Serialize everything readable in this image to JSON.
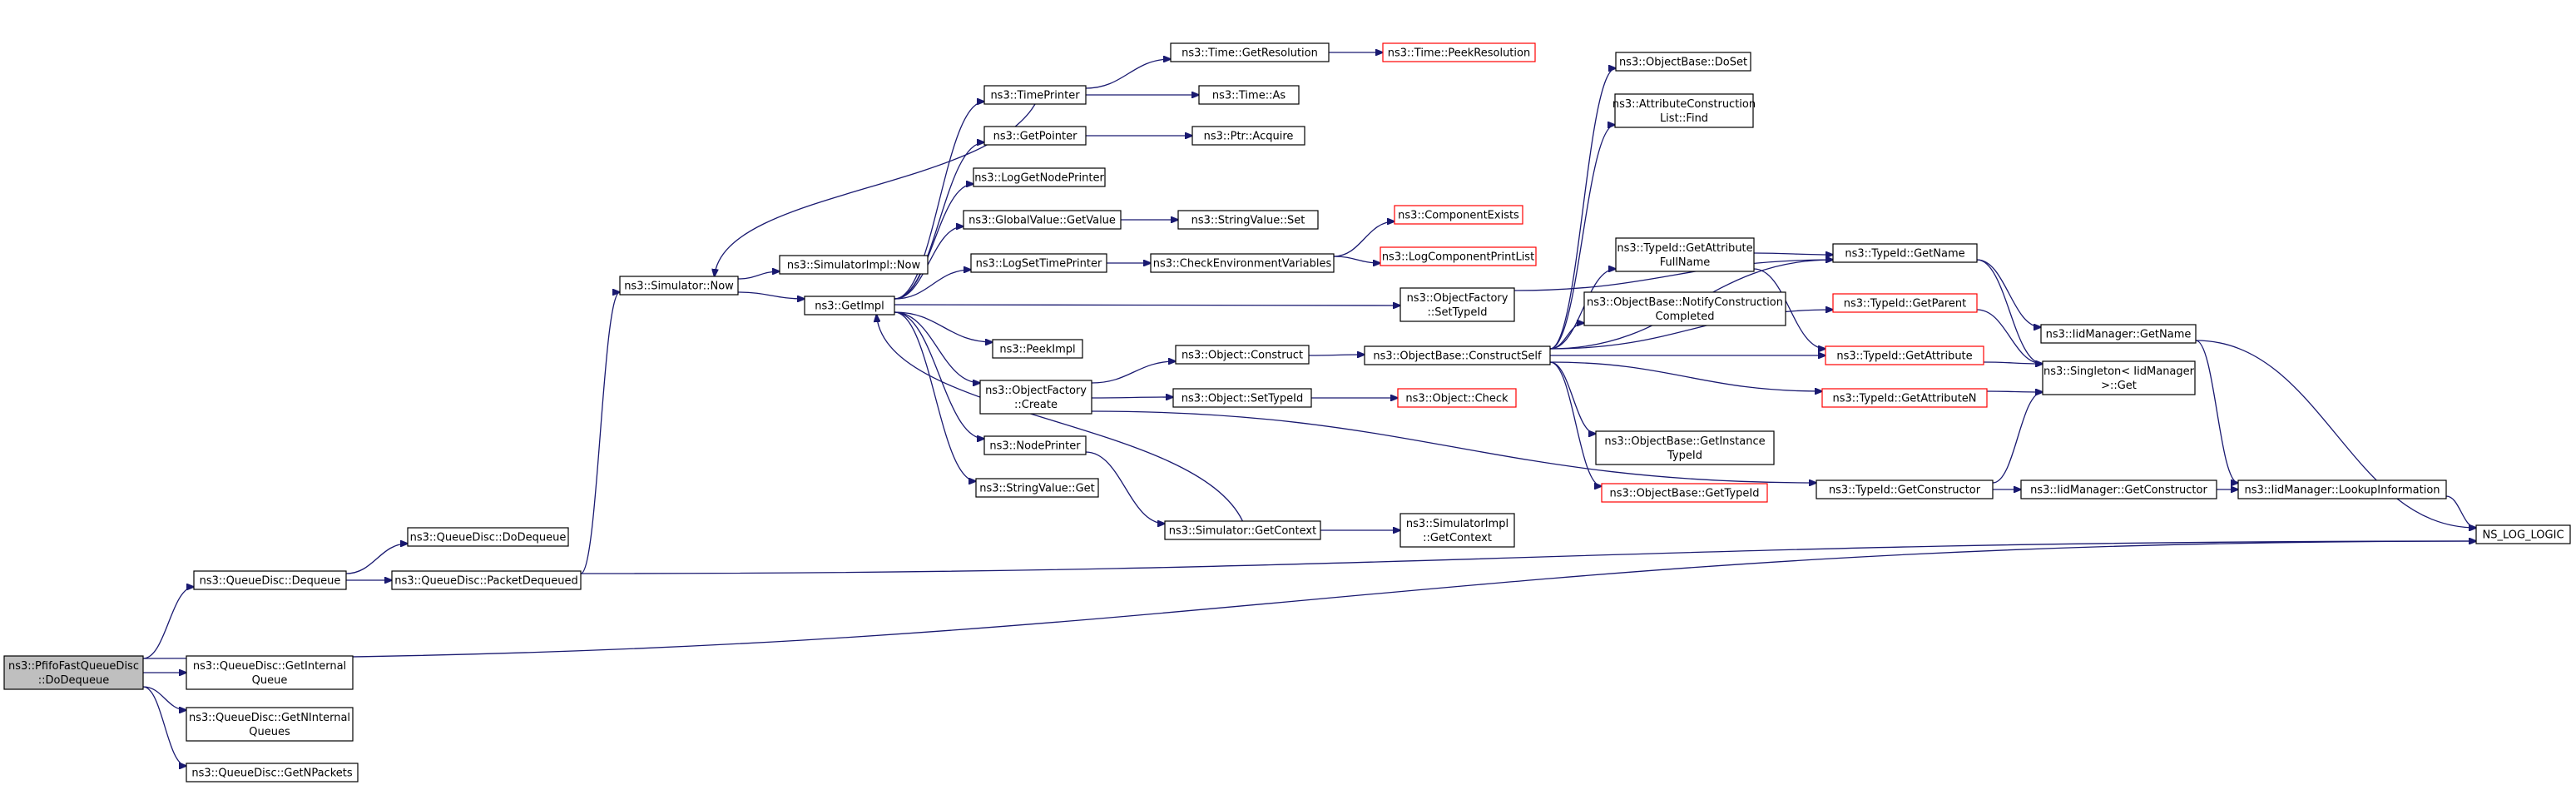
{
  "diagram": {
    "root": "n_root",
    "nodes": [
      {
        "id": "n_root",
        "lines": [
          "ns3::PfifoFastQueueDisc",
          "::DoDequeue"
        ],
        "color": "gray"
      },
      {
        "id": "n_deq",
        "lines": [
          "ns3::QueueDisc::Dequeue"
        ]
      },
      {
        "id": "n_doDeq",
        "lines": [
          "ns3::QueueDisc::DoDequeue"
        ]
      },
      {
        "id": "n_pktDeq",
        "lines": [
          "ns3::QueueDisc::PacketDequeued"
        ]
      },
      {
        "id": "n_getIntQ",
        "lines": [
          "ns3::QueueDisc::GetInternal",
          "Queue"
        ]
      },
      {
        "id": "n_getNIntQ",
        "lines": [
          "ns3::QueueDisc::GetNInternal",
          "Queues"
        ]
      },
      {
        "id": "n_getNPkts",
        "lines": [
          "ns3::QueueDisc::GetNPackets"
        ]
      },
      {
        "id": "n_simNow",
        "lines": [
          "ns3::Simulator::Now"
        ]
      },
      {
        "id": "n_simImplNow",
        "lines": [
          "ns3::SimulatorImpl::Now"
        ]
      },
      {
        "id": "n_getImpl",
        "lines": [
          "ns3::GetImpl"
        ]
      },
      {
        "id": "n_timePrinter",
        "lines": [
          "ns3::TimePrinter"
        ]
      },
      {
        "id": "n_getPointer",
        "lines": [
          "ns3::GetPointer"
        ]
      },
      {
        "id": "n_logGetNode",
        "lines": [
          "ns3::LogGetNodePrinter"
        ]
      },
      {
        "id": "n_gvGetValue",
        "lines": [
          "ns3::GlobalValue::GetValue"
        ]
      },
      {
        "id": "n_logSetTime",
        "lines": [
          "ns3::LogSetTimePrinter"
        ]
      },
      {
        "id": "n_peekImpl",
        "lines": [
          "ns3::PeekImpl"
        ]
      },
      {
        "id": "n_ofCreate",
        "lines": [
          "ns3::ObjectFactory",
          "::Create"
        ]
      },
      {
        "id": "n_nodePrinter",
        "lines": [
          "ns3::NodePrinter"
        ]
      },
      {
        "id": "n_svGet",
        "lines": [
          "ns3::StringValue::Get"
        ]
      },
      {
        "id": "n_timeGetRes",
        "lines": [
          "ns3::Time::GetResolution"
        ]
      },
      {
        "id": "n_timeAs",
        "lines": [
          "ns3::Time::As"
        ]
      },
      {
        "id": "n_timePeekRes",
        "lines": [
          "ns3::Time::PeekResolution"
        ],
        "color": "red"
      },
      {
        "id": "n_ptrAcquire",
        "lines": [
          "ns3::Ptr::Acquire"
        ]
      },
      {
        "id": "n_svSet",
        "lines": [
          "ns3::StringValue::Set"
        ]
      },
      {
        "id": "n_checkEnv",
        "lines": [
          "ns3::CheckEnvironmentVariables"
        ]
      },
      {
        "id": "n_compExists",
        "lines": [
          "ns3::ComponentExists"
        ],
        "color": "red"
      },
      {
        "id": "n_logCompPrint",
        "lines": [
          "ns3::LogComponentPrintList"
        ],
        "color": "red"
      },
      {
        "id": "n_ofSetTypeId",
        "lines": [
          "ns3::ObjectFactory",
          "::SetTypeId"
        ]
      },
      {
        "id": "n_objConstruct",
        "lines": [
          "ns3::Object::Construct"
        ]
      },
      {
        "id": "n_objSetTypeId",
        "lines": [
          "ns3::Object::SetTypeId"
        ]
      },
      {
        "id": "n_objCheck",
        "lines": [
          "ns3::Object::Check"
        ],
        "color": "red"
      },
      {
        "id": "n_simGetCtx",
        "lines": [
          "ns3::Simulator::GetContext"
        ]
      },
      {
        "id": "n_simImplGetCtx",
        "lines": [
          "ns3::SimulatorImpl",
          "::GetContext"
        ]
      },
      {
        "id": "n_obConstructSelf",
        "lines": [
          "ns3::ObjectBase::ConstructSelf"
        ]
      },
      {
        "id": "n_obDoSet",
        "lines": [
          "ns3::ObjectBase::DoSet"
        ]
      },
      {
        "id": "n_attrFind",
        "lines": [
          "ns3::AttributeConstruction",
          "List::Find"
        ]
      },
      {
        "id": "n_tidGetAttrFull",
        "lines": [
          "ns3::TypeId::GetAttribute",
          "FullName"
        ]
      },
      {
        "id": "n_obNotify",
        "lines": [
          "ns3::ObjectBase::NotifyConstruction",
          "Completed"
        ]
      },
      {
        "id": "n_obGetInst",
        "lines": [
          "ns3::ObjectBase::GetInstance",
          "TypeId"
        ]
      },
      {
        "id": "n_obGetTypeId",
        "lines": [
          "ns3::ObjectBase::GetTypeId"
        ],
        "color": "red"
      },
      {
        "id": "n_tidGetName",
        "lines": [
          "ns3::TypeId::GetName"
        ]
      },
      {
        "id": "n_tidGetParent",
        "lines": [
          "ns3::TypeId::GetParent"
        ],
        "color": "red"
      },
      {
        "id": "n_tidGetAttr",
        "lines": [
          "ns3::TypeId::GetAttribute"
        ],
        "color": "red"
      },
      {
        "id": "n_tidGetAttrN",
        "lines": [
          "ns3::TypeId::GetAttributeN"
        ],
        "color": "red"
      },
      {
        "id": "n_tidGetCtor",
        "lines": [
          "ns3::TypeId::GetConstructor"
        ]
      },
      {
        "id": "n_singletonGet",
        "lines": [
          "ns3::Singleton< IidManager",
          ">::Get"
        ]
      },
      {
        "id": "n_iidGetName",
        "lines": [
          "ns3::IidManager::GetName"
        ]
      },
      {
        "id": "n_iidGetCtor",
        "lines": [
          "ns3::IidManager::GetConstructor"
        ]
      },
      {
        "id": "n_iidLookup",
        "lines": [
          "ns3::IidManager::LookupInformation"
        ]
      },
      {
        "id": "n_nsLogLogic",
        "lines": [
          "NS_LOG_LOGIC"
        ]
      }
    ],
    "edges": [
      [
        "n_root",
        "n_deq"
      ],
      [
        "n_root",
        "n_nsLogLogic"
      ],
      [
        "n_root",
        "n_getIntQ"
      ],
      [
        "n_root",
        "n_getNIntQ"
      ],
      [
        "n_root",
        "n_getNPkts"
      ],
      [
        "n_deq",
        "n_doDeq"
      ],
      [
        "n_deq",
        "n_pktDeq"
      ],
      [
        "n_pktDeq",
        "n_simNow"
      ],
      [
        "n_pktDeq",
        "n_nsLogLogic"
      ],
      [
        "n_simNow",
        "n_simImplNow"
      ],
      [
        "n_simNow",
        "n_getImpl"
      ],
      [
        "n_timePrinter",
        "n_simNow"
      ],
      [
        "n_timePrinter",
        "n_timeGetRes"
      ],
      [
        "n_timePrinter",
        "n_timeAs"
      ],
      [
        "n_getImpl",
        "n_timePrinter"
      ],
      [
        "n_getImpl",
        "n_getPointer"
      ],
      [
        "n_getImpl",
        "n_logGetNode"
      ],
      [
        "n_getImpl",
        "n_gvGetValue"
      ],
      [
        "n_getImpl",
        "n_logSetTime"
      ],
      [
        "n_getImpl",
        "n_ofSetTypeId"
      ],
      [
        "n_getImpl",
        "n_peekImpl"
      ],
      [
        "n_getImpl",
        "n_ofCreate"
      ],
      [
        "n_getImpl",
        "n_nodePrinter"
      ],
      [
        "n_getImpl",
        "n_svGet"
      ],
      [
        "n_timeGetRes",
        "n_timePeekRes"
      ],
      [
        "n_getPointer",
        "n_ptrAcquire"
      ],
      [
        "n_gvGetValue",
        "n_svSet"
      ],
      [
        "n_logSetTime",
        "n_checkEnv"
      ],
      [
        "n_checkEnv",
        "n_compExists"
      ],
      [
        "n_checkEnv",
        "n_logCompPrint"
      ],
      [
        "n_ofSetTypeId",
        "n_tidGetName"
      ],
      [
        "n_ofCreate",
        "n_objConstruct"
      ],
      [
        "n_ofCreate",
        "n_objSetTypeId"
      ],
      [
        "n_ofCreate",
        "n_tidGetCtor"
      ],
      [
        "n_objSetTypeId",
        "n_objCheck"
      ],
      [
        "n_objConstruct",
        "n_obConstructSelf"
      ],
      [
        "n_nodePrinter",
        "n_simGetCtx"
      ],
      [
        "n_simGetCtx",
        "n_simImplGetCtx"
      ],
      [
        "n_simGetCtx",
        "n_getImpl"
      ],
      [
        "n_obConstructSelf",
        "n_obDoSet"
      ],
      [
        "n_obConstructSelf",
        "n_attrFind"
      ],
      [
        "n_obConstructSelf",
        "n_tidGetAttrFull"
      ],
      [
        "n_obConstructSelf",
        "n_obNotify"
      ],
      [
        "n_obConstructSelf",
        "n_obGetInst"
      ],
      [
        "n_obConstructSelf",
        "n_obGetTypeId"
      ],
      [
        "n_obConstructSelf",
        "n_tidGetName"
      ],
      [
        "n_obConstructSelf",
        "n_tidGetParent"
      ],
      [
        "n_obConstructSelf",
        "n_tidGetAttr"
      ],
      [
        "n_obConstructSelf",
        "n_tidGetAttrN"
      ],
      [
        "n_tidGetAttrFull",
        "n_tidGetName"
      ],
      [
        "n_tidGetAttrFull",
        "n_tidGetAttr"
      ],
      [
        "n_tidGetName",
        "n_iidGetName"
      ],
      [
        "n_tidGetName",
        "n_singletonGet"
      ],
      [
        "n_tidGetParent",
        "n_singletonGet"
      ],
      [
        "n_tidGetAttr",
        "n_singletonGet"
      ],
      [
        "n_tidGetAttrN",
        "n_singletonGet"
      ],
      [
        "n_tidGetCtor",
        "n_singletonGet"
      ],
      [
        "n_tidGetCtor",
        "n_iidGetCtor"
      ],
      [
        "n_iidGetName",
        "n_iidLookup"
      ],
      [
        "n_iidGetName",
        "n_nsLogLogic"
      ],
      [
        "n_iidGetCtor",
        "n_iidLookup"
      ],
      [
        "n_iidLookup",
        "n_nsLogLogic"
      ]
    ],
    "colors": {
      "edge": "#191970",
      "node_border": "#000000",
      "node_border_red": "#ff0000",
      "root_fill": "#bfbfbf"
    }
  }
}
